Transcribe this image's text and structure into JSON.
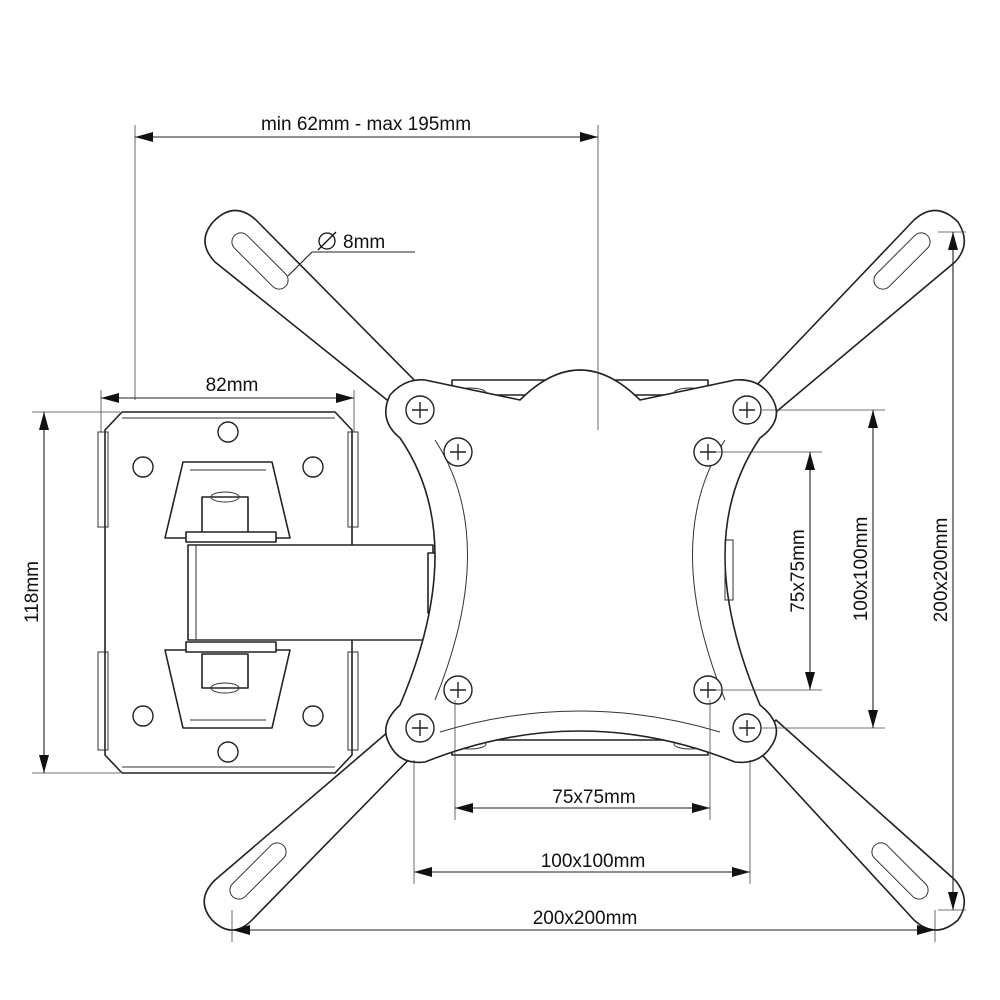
{
  "labels": {
    "span": "min 62mm - max 195mm",
    "hole_diameter": "8mm",
    "plate_width": "82mm",
    "plate_height": "118mm",
    "vesa_small_v": "75x75mm",
    "vesa_mid_v": "100x100mm",
    "vesa_large_v": "200x200mm",
    "vesa_small_h": "75x75mm",
    "vesa_mid_h": "100x100mm",
    "vesa_large_h": "200x200mm"
  },
  "icons": {
    "diameter": "diameter-symbol-icon",
    "screw": "phillips-screw-icon"
  }
}
